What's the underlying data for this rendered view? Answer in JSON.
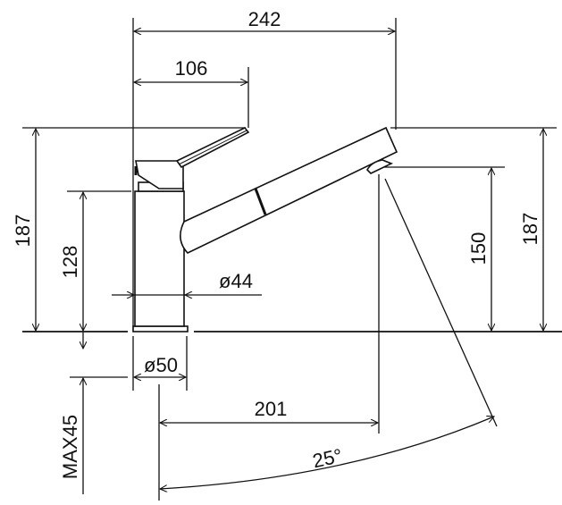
{
  "drawing": {
    "subject": "Pull-out kitchen faucet side elevation",
    "units": "mm",
    "dimensions": {
      "total_reach": "242",
      "handle_reach": "106",
      "total_height_left": "187",
      "body_height": "128",
      "body_diameter": "ø44",
      "base_diameter": "ø50",
      "max_deck_thickness": "MAX45",
      "spout_clearance": "150",
      "total_height_right": "187",
      "spout_outlet_reach": "201",
      "swivel_angle": "25°"
    },
    "colors": {
      "line": "#111111",
      "background": "#ffffff"
    }
  }
}
